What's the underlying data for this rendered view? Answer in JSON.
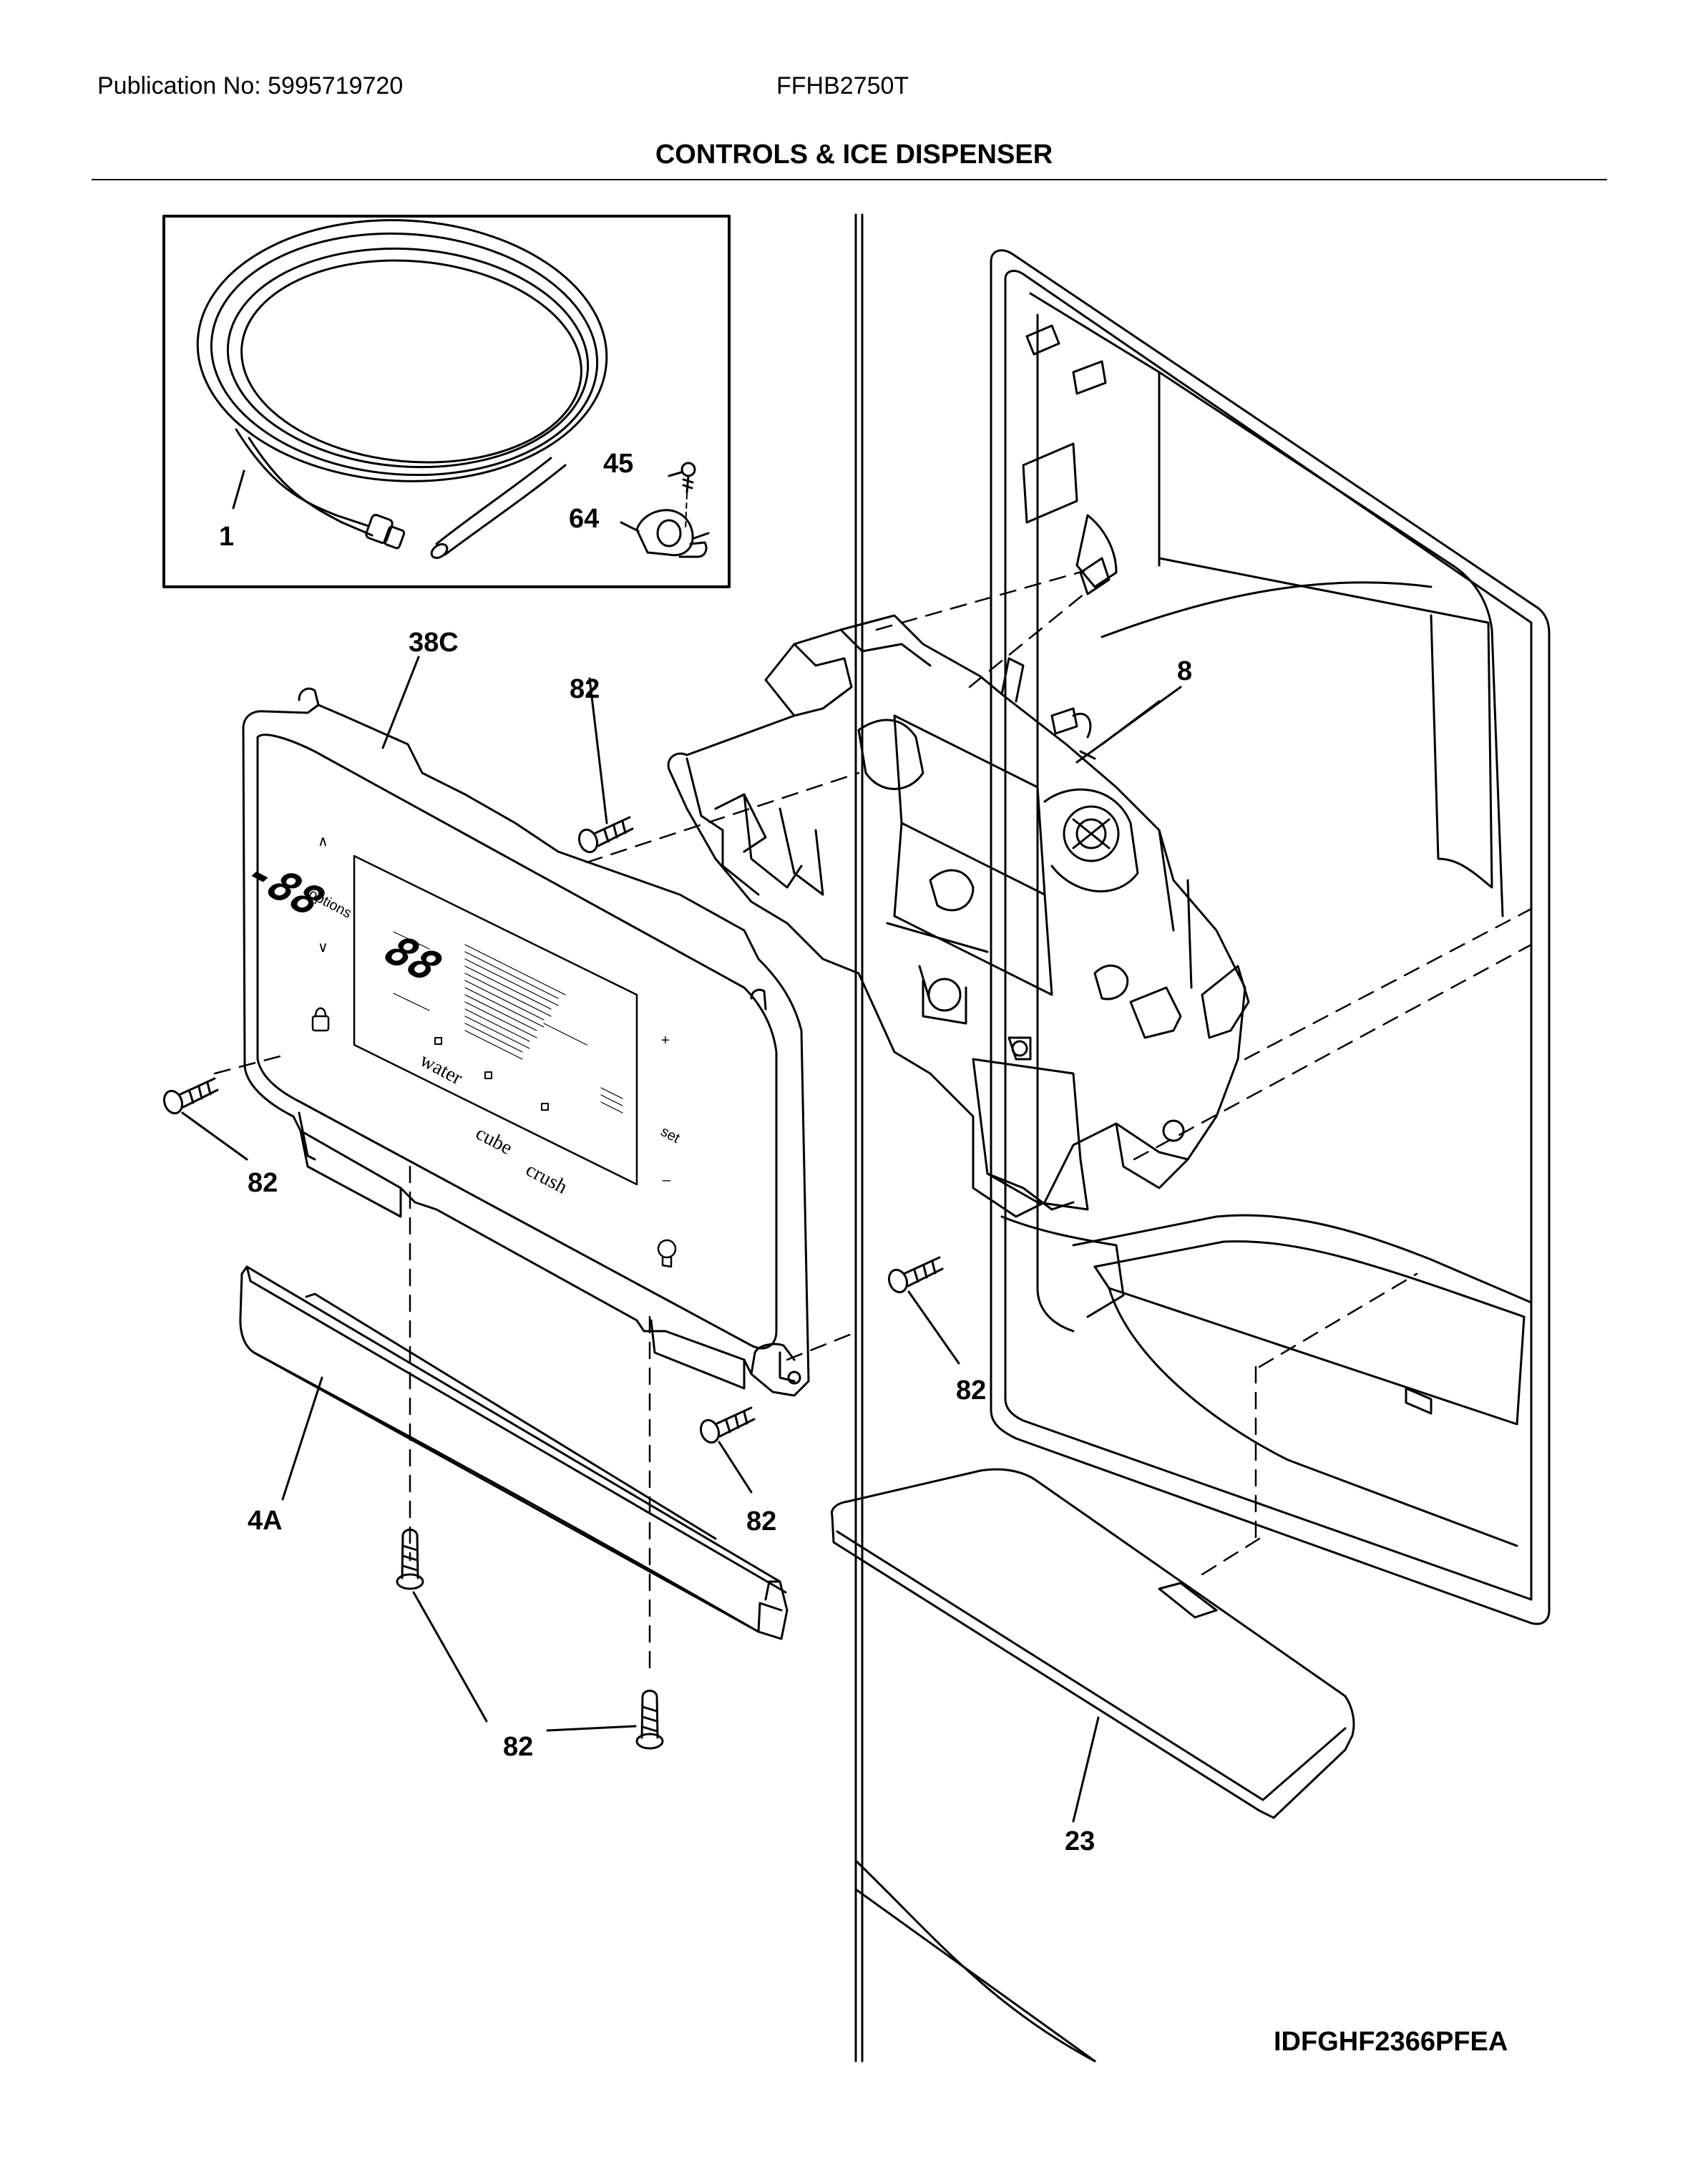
{
  "header": {
    "publication": "Publication No: 5995719720",
    "model": "FFHB2750T",
    "title": "CONTROLS & ICE DISPENSER"
  },
  "callouts": {
    "c1": "1",
    "c45": "45",
    "c64": "64",
    "c38c": "38C",
    "c82a": "82",
    "c8": "8",
    "c82b": "82",
    "c82c": "82",
    "c4a": "4A",
    "c82d": "82",
    "c82e": "82",
    "c23": "23"
  },
  "control_panel": {
    "up": "∧",
    "options": "options",
    "down": "∨",
    "plus": "+",
    "set": "set",
    "minus": "–",
    "water": "water",
    "cube": "cube",
    "crush": "crush",
    "freezer_digits": "-88",
    "fridge_digits": "88"
  },
  "footer": {
    "code": "IDFGHF2366PFEA"
  }
}
